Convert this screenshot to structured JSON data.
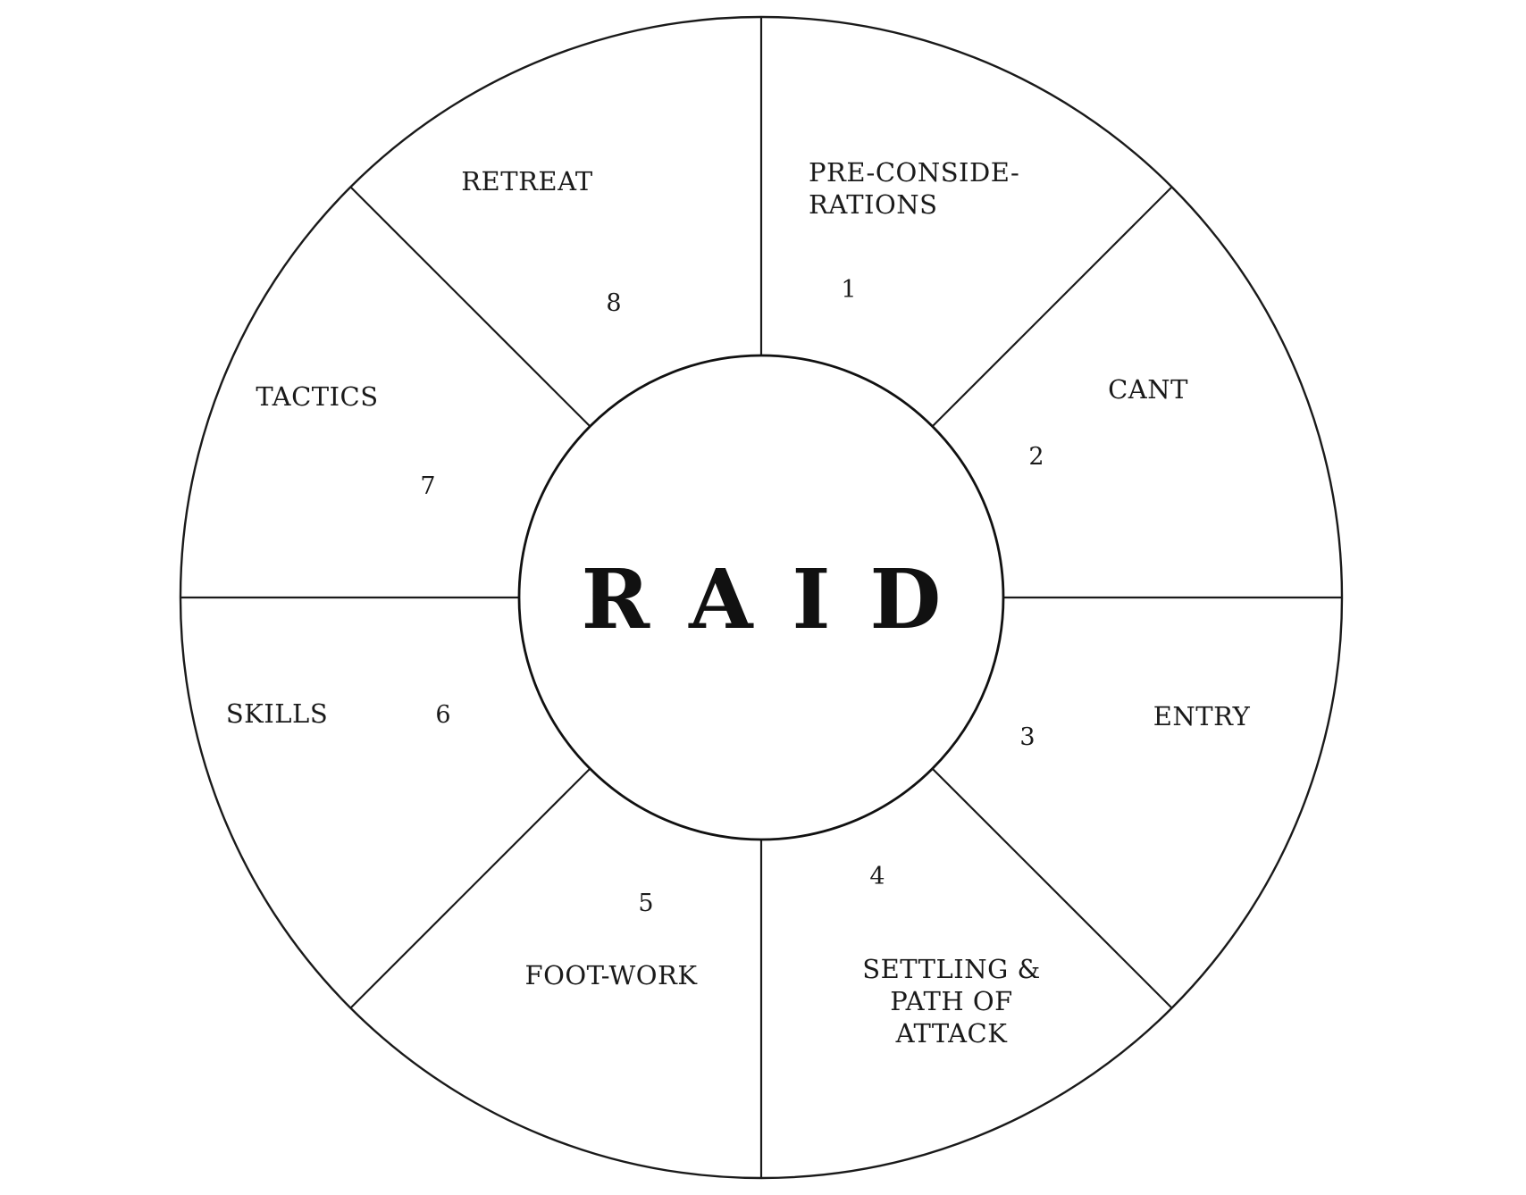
{
  "center": {
    "label": "RAID"
  },
  "segments": [
    {
      "number": "1",
      "lines": [
        "PRE-CONSIDE-",
        "RATIONS"
      ]
    },
    {
      "number": "2",
      "lines": [
        "CANT"
      ]
    },
    {
      "number": "3",
      "lines": [
        "ENTRY"
      ]
    },
    {
      "number": "4",
      "lines": [
        "SETTLING &",
        "PATH OF",
        "ATTACK"
      ]
    },
    {
      "number": "5",
      "lines": [
        "FOOT-WORK"
      ]
    },
    {
      "number": "6",
      "lines": [
        "SKILLS"
      ]
    },
    {
      "number": "7",
      "lines": [
        "TACTICS"
      ]
    },
    {
      "number": "8",
      "lines": [
        "RETREAT"
      ]
    }
  ]
}
